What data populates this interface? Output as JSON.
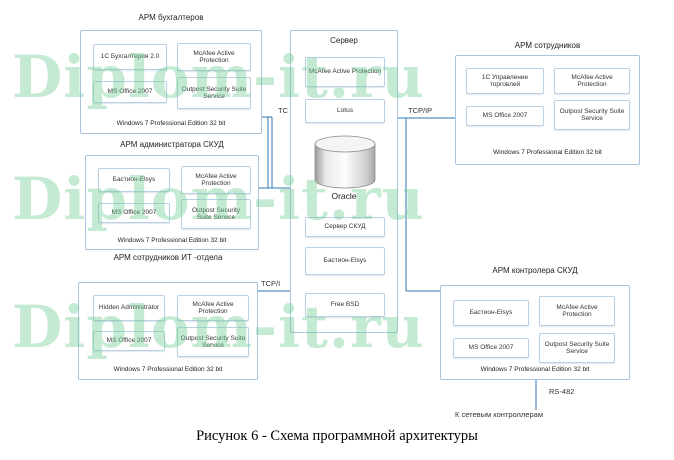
{
  "watermark": {
    "text": "Diplom-it.ru"
  },
  "caption": "Рисунок 6 - Схема программной архитектуры",
  "colors": {
    "node_border": "#a6c4e0",
    "connection_line": "#2e74b5",
    "watermark_green": "#73cd96"
  },
  "connection_labels": {
    "left_top": "TC",
    "right_top": "TCP/IP",
    "left_bottom": "TCP/I",
    "rs": "RS-482",
    "to_controllers": "К сетевым контроллерам"
  },
  "server": {
    "title": "Сервер",
    "apps": [
      "McAfee Active Protection",
      "Lotus",
      "Сервер СКУД",
      "Бастион-Elsys",
      "Free BSD"
    ],
    "db": "Oracle"
  },
  "nodes": {
    "accountants": {
      "title": "АРМ бухгалтеров",
      "apps": [
        "1С Бухгалтерия 2.0",
        "McAfee Active Protection",
        "MS Office 2007",
        "Outpost Security Suite Service"
      ],
      "os": "Windows 7 Professional Edition 32 bit"
    },
    "skud_admin": {
      "title": "АРМ администратора СКУД",
      "apps": [
        "Бастион-Elsys",
        "McAfee Active Protection",
        "MS Office 2007",
        "Outpost Security Suite Service"
      ],
      "os": "Windows 7 Professional Edition 32 bit"
    },
    "it_staff": {
      "title": "АРМ сотрудников ИТ -отдела",
      "apps": [
        "Hidden Administrator",
        "McAfee Active Protection",
        "MS Office 2007",
        "Outpost Security Suite Service"
      ],
      "os": "Windows 7 Professional Edition 32 bit"
    },
    "employees": {
      "title": "АРМ сотрудников",
      "apps": [
        "1С Управление торговлей",
        "McAfee Active Protection",
        "MS Office 2007",
        "Outpost Security Suite Service"
      ],
      "os": "Windows 7 Professional Edition 32 bit"
    },
    "skud_controller": {
      "title": "АРМ контролера СКУД",
      "apps": [
        "Бастион-Elsys",
        "McAfee Active Protection",
        "MS Office 2007",
        "Outpost Security Suite Service"
      ],
      "os": "Windows 7 Professional Edition 32 bit"
    }
  }
}
